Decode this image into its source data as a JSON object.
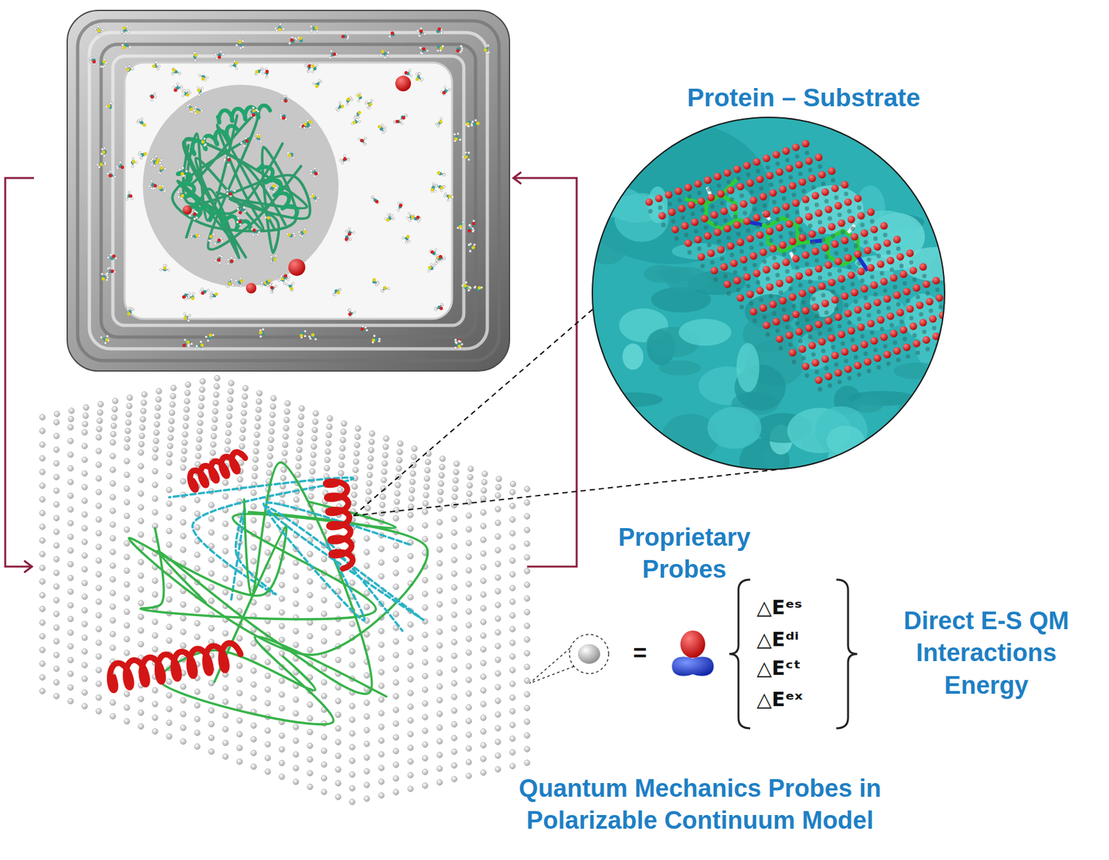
{
  "diagram": {
    "nodes": [
      {
        "text": [
          "Protein – Substrate"
        ]
      }
    ],
    "labels": [
      "Proprietary Probes",
      "=",
      "△Eᵉˢ",
      "△Eᵈⁱ",
      "△Eᶜᵗ",
      "△Eᵉˣ",
      "Direct E-S QM Interactions Energy",
      "Quantum Mechanics Probes in Polarizable Continuum Model"
    ]
  }
}
